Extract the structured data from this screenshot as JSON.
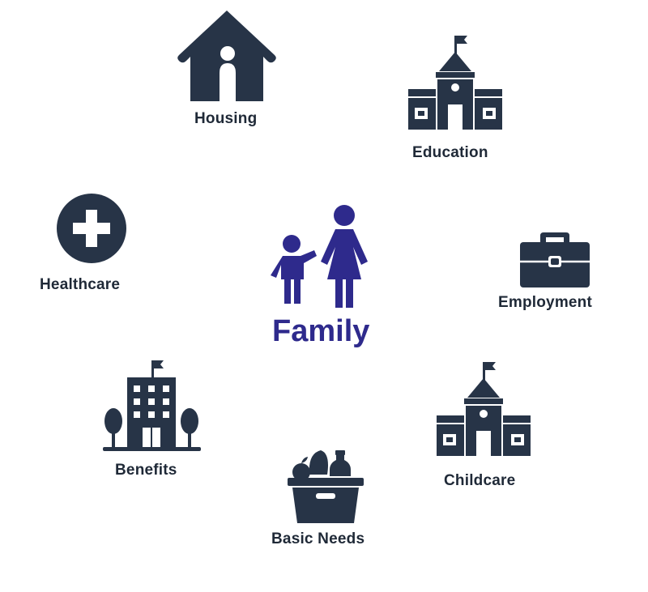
{
  "colors": {
    "icon": "#273447",
    "center": "#2e2a8c",
    "background": "#ffffff"
  },
  "center": {
    "label": "Family",
    "icon": "parent-child-icon"
  },
  "nodes": {
    "housing": {
      "label": "Housing",
      "icon": "house-icon"
    },
    "education": {
      "label": "Education",
      "icon": "school-icon"
    },
    "healthcare": {
      "label": "Healthcare",
      "icon": "medical-cross-icon"
    },
    "employment": {
      "label": "Employment",
      "icon": "briefcase-icon"
    },
    "benefits": {
      "label": "Benefits",
      "icon": "office-building-icon"
    },
    "childcare": {
      "label": "Childcare",
      "icon": "school-icon"
    },
    "basic_needs": {
      "label": "Basic Needs",
      "icon": "grocery-basket-icon"
    }
  }
}
